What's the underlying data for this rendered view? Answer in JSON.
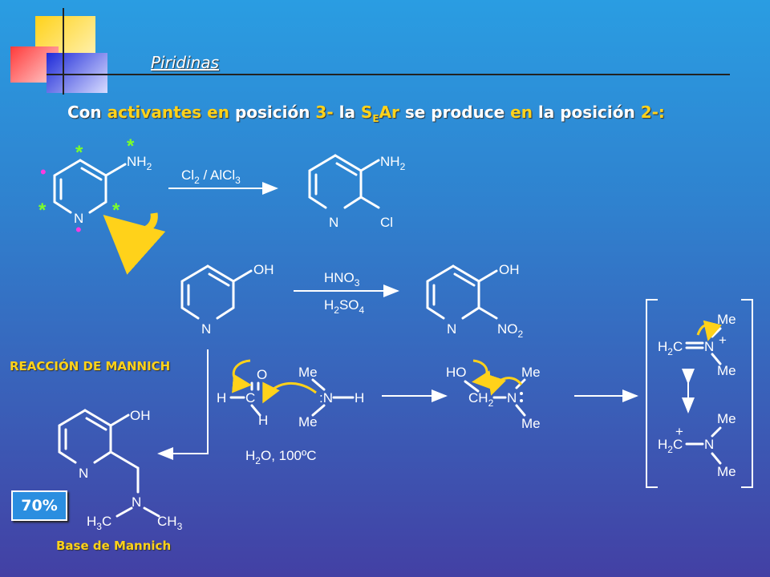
{
  "section_title": "Piridinas",
  "heading": {
    "p1": "Con ",
    "p2": "activantes",
    "p3": " ",
    "p4": "en",
    "p5": " posición ",
    "p6": "3-",
    "p7": " la ",
    "p8": "S",
    "p9": "E",
    "p10": "Ar",
    "p11": " se produce ",
    "p12": "en",
    "p13": " la posición ",
    "p14": "2-:"
  },
  "reaction1": {
    "reagent_main": "Cl",
    "reagent_sub1": "2",
    "reagent_mid": " / AlCl",
    "reagent_sub2": "3",
    "substituent": "NH",
    "substituent_sub": "2",
    "ring_n": "N",
    "product_sub1": "NH",
    "product_sub1_sub": "2",
    "product_sub2": "Cl",
    "marker_star": "*",
    "marker_dot": "•"
  },
  "reaction2": {
    "reagent_top": "HNO",
    "reagent_top_sub": "3",
    "reagent_bottom_a": "H",
    "reagent_bottom_sub1": "2",
    "reagent_bottom_b": "SO",
    "reagent_bottom_sub2": "4",
    "substituent": "OH",
    "ring_n": "N",
    "product_sub2": "NO",
    "product_sub2_sub": "2"
  },
  "mannich": {
    "label": "REACCIÓN DE MANNICH",
    "formaldehyde_o": "O",
    "formaldehyde_h": "H",
    "formaldehyde_c": "C",
    "amine_me": "Me",
    "amine_n": ":N",
    "amine_h": "H",
    "conditions_a": "H",
    "conditions_sub": "2",
    "conditions_b": "O, 100ºC",
    "intermediate_ho": "HO",
    "intermediate_ch": "CH",
    "intermediate_ch_sub": "2",
    "intermediate_n": "N",
    "iminium_h": "H",
    "iminium_h_sub": "2",
    "iminium_c": "C",
    "iminium_n": "N",
    "plus": "+",
    "product_oh": "OH",
    "product_n": "N",
    "product_ch3_left": "H",
    "product_ch3_left_sub": "3",
    "product_ch3_left_c": "C",
    "product_ch3_right": "CH",
    "product_ch3_right_sub": "3",
    "yield": "70%",
    "product_label": "Base de Mannich"
  },
  "colors": {
    "background_top": "#2a9de2",
    "background_bottom": "#4340a4",
    "highlight": "#ffd21a",
    "star_marker": "#7cff2a",
    "dot_marker": "#ff3ae0"
  }
}
